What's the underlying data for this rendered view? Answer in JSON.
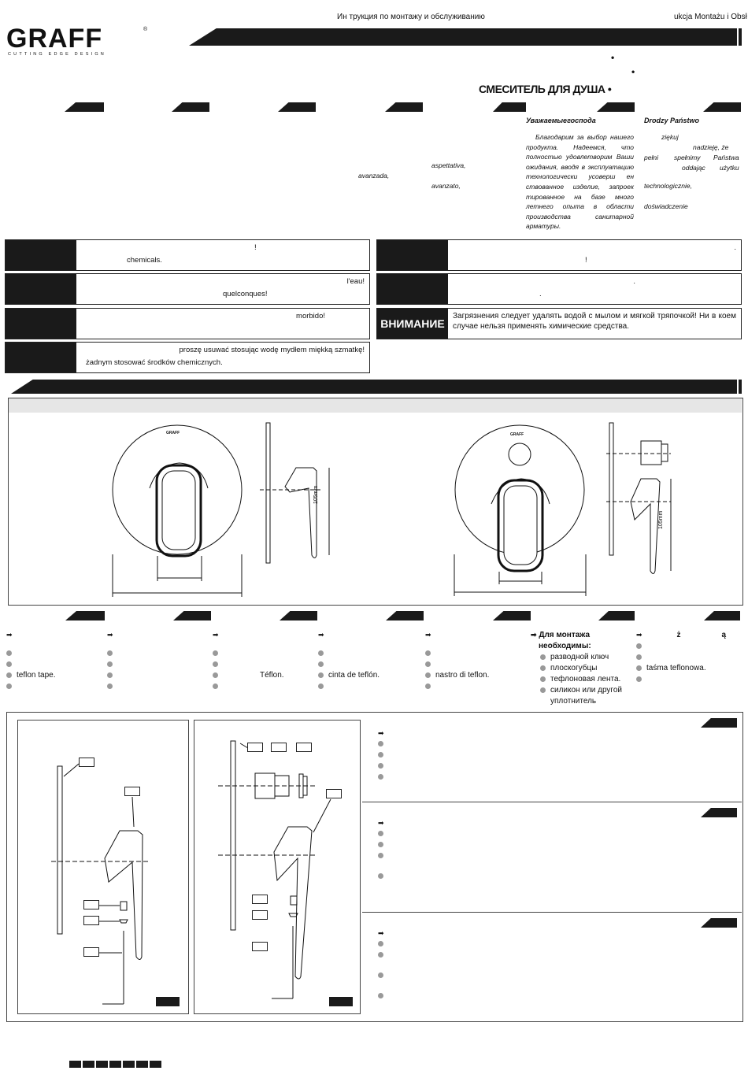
{
  "header": {
    "ru_title": "Ин  трукция по монтажу и обслуживанию",
    "pl_title": "ukcja Montażu i Obsł",
    "brand": "GRAFF",
    "tagline": "CUTTING EDGE DESIGN",
    "product_ru": "СМЕСИТЕЛЬ ДЛЯ ДУША •",
    "bullet": "•"
  },
  "intro": {
    "es_word1": "aspettativa,",
    "es_word2": "avanzada,",
    "it_word": "avanzato,",
    "ru_heading": "Уважаемыегоспода",
    "ru_body": "Благодарим за выбор нашего продукта. Надеемся, что полностью удовлетворим Ваши ожидания, вводя в эксплуатацию технологически усоверш ен  ствованное изделие, запроек тированное на базе много летнего опыта в области производства санитарной арматуры.",
    "pl_heading": "Drodzy Państwo",
    "pl_l1": "ziękuj",
    "pl_l2": "nadzieję, że",
    "pl_l3a": "pełni",
    "pl_l3b": "spełnimy",
    "pl_l3c": "Państwa",
    "pl_l4a": "oddając",
    "pl_l4b": "użytku",
    "pl_l5": "technologicznie,",
    "pl_l6": "doświadczenie"
  },
  "warnings": {
    "en_l1": "!",
    "en_l2": "chemicals.",
    "fr_l1": "l'eau!",
    "fr_l2": "quelconques!",
    "it_l1": "morbido!",
    "pl_l1": "proszę usuwać stosując wodę   mydłem      miękką szmatkę!",
    "pl_l2": "żadnym                  stosować środków chemicznych.",
    "r1_l1": ".",
    "r1_l2": "!",
    "r2_l1": ".",
    "r2_l2": ".",
    "ru_label": "ВНИМАНИЕ",
    "ru_text": "Загрязнения следует удалять водой с мылом и мягкой тряпочкой! Ни в коем случае нельзя применять химические средства."
  },
  "drawings": {
    "logo_small": "GRAFF",
    "dim1": "105mm",
    "dim2": "105mm"
  },
  "tools": {
    "en_tape": "teflon tape.",
    "fr_tape": "Téflon.",
    "es_tape": "cinta de teflón.",
    "it_tape": "nastro di teflon.",
    "ru_heading_1": "Для монтажа",
    "ru_heading_2": "необходимы:",
    "ru_items": [
      "разводной ключ",
      "плоскогубцы",
      "тефлоновая лента.",
      "силикон или другой",
      "уплотнитель"
    ],
    "pl_heading_1": "ż",
    "pl_heading_2": "ą",
    "pl_tape": "taśma teflonowa."
  }
}
